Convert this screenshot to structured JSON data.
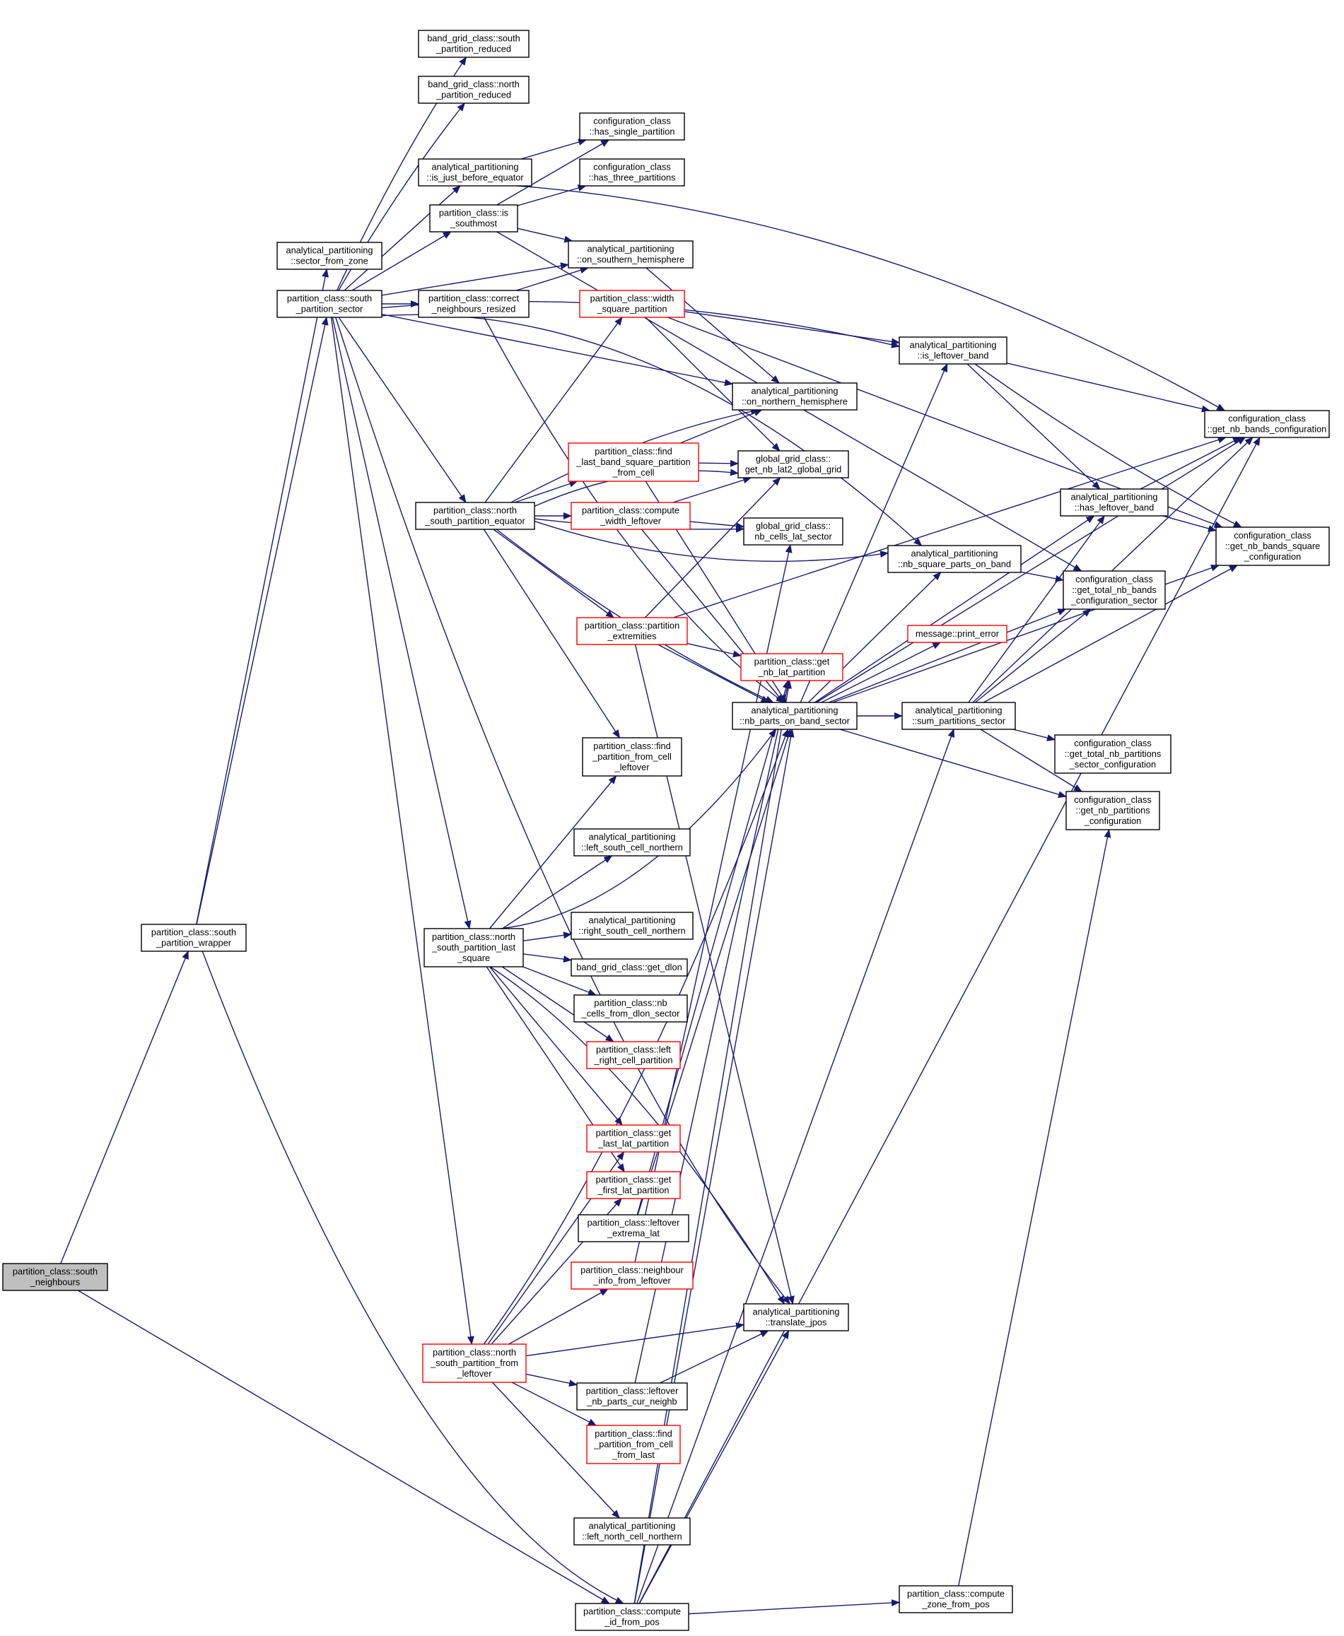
{
  "colors": {
    "edge": "#191970",
    "node_border": "#000000",
    "node_border_truncated": "#ff0000",
    "node_fill": "#ffffff",
    "root_fill": "#bfbfbf",
    "text": "#000000"
  },
  "nodes": [
    {
      "id": "south_neighbours",
      "lines": [
        "partition_class::south",
        "_neighbours"
      ],
      "style": "root"
    },
    {
      "id": "south_partition_wrapper",
      "lines": [
        "partition_class::south",
        "_partition_wrapper"
      ],
      "style": "normal"
    },
    {
      "id": "sector_from_zone",
      "lines": [
        "analytical_partitioning",
        "::sector_from_zone"
      ],
      "style": "normal"
    },
    {
      "id": "south_partition_sector",
      "lines": [
        "partition_class::south",
        "_partition_sector"
      ],
      "style": "normal"
    },
    {
      "id": "south_partition_reduced",
      "lines": [
        "band_grid_class::south",
        "_partition_reduced"
      ],
      "style": "normal"
    },
    {
      "id": "north_partition_reduced",
      "lines": [
        "band_grid_class::north",
        "_partition_reduced"
      ],
      "style": "normal"
    },
    {
      "id": "is_just_before_equator",
      "lines": [
        "analytical_partitioning",
        "::is_just_before_equator"
      ],
      "style": "normal"
    },
    {
      "id": "is_southmost",
      "lines": [
        "partition_class::is",
        "_southmost"
      ],
      "style": "normal"
    },
    {
      "id": "correct_neighbours_resized",
      "lines": [
        "partition_class::correct",
        "_neighbours_resized"
      ],
      "style": "normal"
    },
    {
      "id": "has_single_partition",
      "lines": [
        "configuration_class",
        "::has_single_partition"
      ],
      "style": "normal"
    },
    {
      "id": "has_three_partitions",
      "lines": [
        "configuration_class",
        "::has_three_partitions"
      ],
      "style": "normal"
    },
    {
      "id": "on_southern_hemisphere",
      "lines": [
        "analytical_partitioning",
        "::on_southern_hemisphere"
      ],
      "style": "normal"
    },
    {
      "id": "width_square_partition",
      "lines": [
        "partition_class::width",
        "_square_partition"
      ],
      "style": "truncated"
    },
    {
      "id": "is_leftover_band",
      "lines": [
        "analytical_partitioning",
        "::is_leftover_band"
      ],
      "style": "normal"
    },
    {
      "id": "on_northern_hemisphere",
      "lines": [
        "analytical_partitioning",
        "::on_northern_hemisphere"
      ],
      "style": "normal"
    },
    {
      "id": "get_nb_bands_configuration",
      "lines": [
        "configuration_class",
        "::get_nb_bands_configuration"
      ],
      "style": "normal"
    },
    {
      "id": "find_last_band_square_partition_from_cell",
      "lines": [
        "partition_class::find",
        "_last_band_square_partition",
        "_from_cell"
      ],
      "style": "truncated"
    },
    {
      "id": "get_nb_lat2_global_grid",
      "lines": [
        "global_grid_class::",
        "get_nb_lat2_global_grid"
      ],
      "style": "normal"
    },
    {
      "id": "north_south_partition_equator",
      "lines": [
        "partition_class::north",
        "_south_partition_equator"
      ],
      "style": "normal"
    },
    {
      "id": "compute_width_leftover",
      "lines": [
        "partition_class::compute",
        "_width_leftover"
      ],
      "style": "truncated"
    },
    {
      "id": "nb_cells_lat_sector",
      "lines": [
        "global_grid_class::",
        "nb_cells_lat_sector"
      ],
      "style": "normal"
    },
    {
      "id": "has_leftover_band",
      "lines": [
        "analytical_partitioning",
        "::has_leftover_band"
      ],
      "style": "normal"
    },
    {
      "id": "get_nb_bands_square_configuration",
      "lines": [
        "configuration_class",
        "::get_nb_bands_square",
        "_configuration"
      ],
      "style": "normal"
    },
    {
      "id": "nb_square_parts_on_band",
      "lines": [
        "analytical_partitioning",
        "::nb_square_parts_on_band"
      ],
      "style": "normal"
    },
    {
      "id": "get_total_nb_bands_configuration_sector",
      "lines": [
        "configuration_class",
        "::get_total_nb_bands",
        "_configuration_sector"
      ],
      "style": "normal"
    },
    {
      "id": "partition_extremities",
      "lines": [
        "partition_class::partition",
        "_extremities"
      ],
      "style": "truncated"
    },
    {
      "id": "print_error",
      "lines": [
        "message::print_error"
      ],
      "style": "truncated"
    },
    {
      "id": "get_nb_lat_partition",
      "lines": [
        "partition_class::get",
        "_nb_lat_partition"
      ],
      "style": "truncated"
    },
    {
      "id": "nb_parts_on_band_sector",
      "lines": [
        "analytical_partitioning",
        "::nb_parts_on_band_sector"
      ],
      "style": "normal"
    },
    {
      "id": "sum_partitions_sector",
      "lines": [
        "analytical_partitioning",
        "::sum_partitions_sector"
      ],
      "style": "normal"
    },
    {
      "id": "get_total_nb_partitions_sector_configuration",
      "lines": [
        "configuration_class",
        "::get_total_nb_partitions",
        "_sector_configuration"
      ],
      "style": "normal"
    },
    {
      "id": "find_partition_from_cell_leftover",
      "lines": [
        "partition_class::find",
        "_partition_from_cell",
        "_leftover"
      ],
      "style": "normal"
    },
    {
      "id": "get_nb_partitions_configuration",
      "lines": [
        "configuration_class",
        "::get_nb_partitions",
        "_configuration"
      ],
      "style": "normal"
    },
    {
      "id": "left_south_cell_northern",
      "lines": [
        "analytical_partitioning",
        "::left_south_cell_northern"
      ],
      "style": "normal"
    },
    {
      "id": "north_south_partition_last_square",
      "lines": [
        "partition_class::north",
        "_south_partition_last",
        "_square"
      ],
      "style": "normal"
    },
    {
      "id": "right_south_cell_northern",
      "lines": [
        "analytical_partitioning",
        "::right_south_cell_northern"
      ],
      "style": "normal"
    },
    {
      "id": "get_dlon",
      "lines": [
        "band_grid_class::get_dlon"
      ],
      "style": "normal"
    },
    {
      "id": "nb_cells_from_dlon_sector",
      "lines": [
        "partition_class::nb",
        "_cells_from_dlon_sector"
      ],
      "style": "normal"
    },
    {
      "id": "left_right_cell_partition",
      "lines": [
        "partition_class::left",
        "_right_cell_partition"
      ],
      "style": "truncated"
    },
    {
      "id": "get_last_lat_partition",
      "lines": [
        "partition_class::get",
        "_last_lat_partition"
      ],
      "style": "truncated"
    },
    {
      "id": "get_first_lat_partition",
      "lines": [
        "partition_class::get",
        "_first_lat_partition"
      ],
      "style": "truncated"
    },
    {
      "id": "leftover_extrema_lat",
      "lines": [
        "partition_class::leftover",
        "_extrema_lat"
      ],
      "style": "normal"
    },
    {
      "id": "neighbour_info_from_leftover",
      "lines": [
        "partition_class::neighbour",
        "_info_from_leftover"
      ],
      "style": "truncated"
    },
    {
      "id": "translate_jpos",
      "lines": [
        "analytical_partitioning",
        "::translate_jpos"
      ],
      "style": "normal"
    },
    {
      "id": "north_south_partition_from_leftover",
      "lines": [
        "partition_class::north",
        "_south_partition_from",
        "_leftover"
      ],
      "style": "truncated"
    },
    {
      "id": "leftover_nb_parts_cur_neighb",
      "lines": [
        "partition_class::leftover",
        "_nb_parts_cur_neighb"
      ],
      "style": "normal"
    },
    {
      "id": "find_partition_from_cell_from_last",
      "lines": [
        "partition_class::find",
        "_partition_from_cell",
        "_from_last"
      ],
      "style": "truncated"
    },
    {
      "id": "left_north_cell_northern",
      "lines": [
        "analytical_partitioning",
        "::left_north_cell_northern"
      ],
      "style": "normal"
    },
    {
      "id": "compute_id_from_pos",
      "lines": [
        "partition_class::compute",
        "_id_from_pos"
      ],
      "style": "normal"
    },
    {
      "id": "compute_zone_from_pos",
      "lines": [
        "partition_class::compute",
        "_zone_from_pos"
      ],
      "style": "normal"
    }
  ]
}
